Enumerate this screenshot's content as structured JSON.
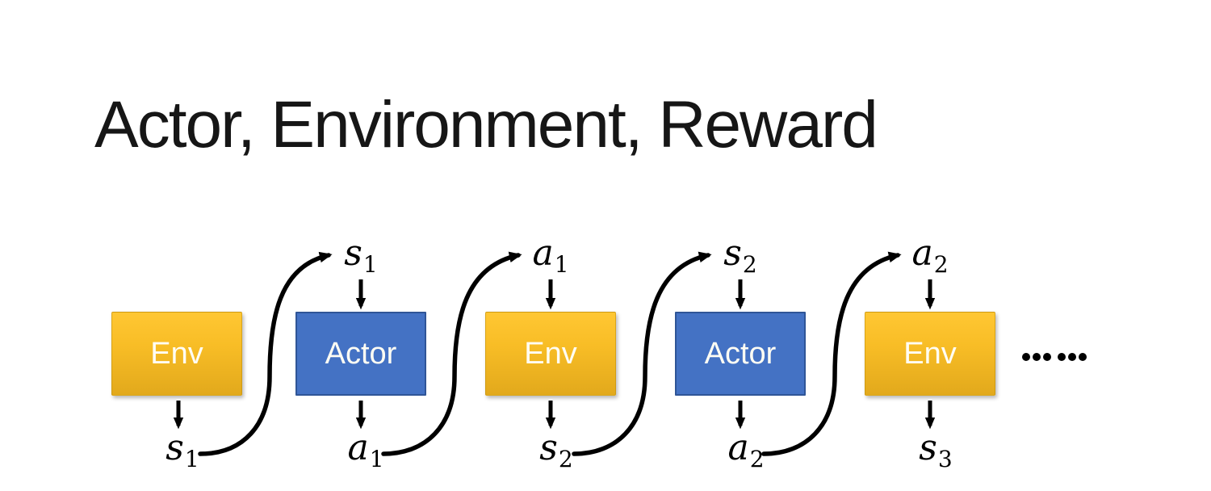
{
  "slide": {
    "title": "Actor, Environment, Reward",
    "background_color": "#FFFFFF",
    "title_color": "#161616"
  },
  "diagram": {
    "boxes": [
      {
        "label": "Env",
        "type": "environment",
        "input": null,
        "output": "s1"
      },
      {
        "label": "Actor",
        "type": "actor",
        "input": "s1",
        "output": "a1"
      },
      {
        "label": "Env",
        "type": "environment",
        "input": "a1",
        "output": "s2"
      },
      {
        "label": "Actor",
        "type": "actor",
        "input": "s2",
        "output": "a2"
      },
      {
        "label": "Env",
        "type": "environment",
        "input": "a2",
        "output": "s3"
      }
    ],
    "top_labels": [
      {
        "base": "s",
        "sub": "1"
      },
      {
        "base": "a",
        "sub": "1"
      },
      {
        "base": "s",
        "sub": "2"
      },
      {
        "base": "a",
        "sub": "2"
      }
    ],
    "bottom_labels": [
      {
        "base": "s",
        "sub": "1"
      },
      {
        "base": "a",
        "sub": "1"
      },
      {
        "base": "s",
        "sub": "2"
      },
      {
        "base": "a",
        "sub": "2"
      },
      {
        "base": "s",
        "sub": "3"
      }
    ],
    "ellipsis": "……",
    "colors": {
      "env_gradient_top": "#FFC733",
      "env_gradient_bottom": "#E2A91C",
      "actor_fill": "#4472C4",
      "actor_border": "#2F5597",
      "arrow_color": "#000000"
    }
  }
}
